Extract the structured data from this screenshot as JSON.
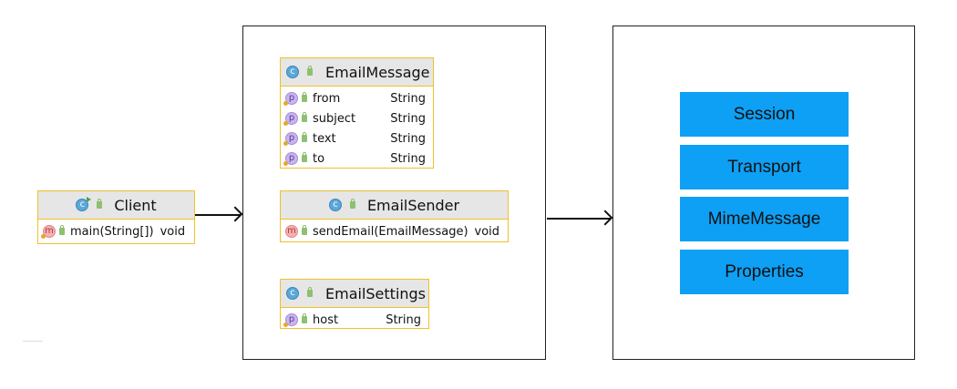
{
  "client": {
    "name": "Client",
    "members": [
      {
        "kind": "m",
        "name": "main(String[])",
        "type": "void"
      }
    ]
  },
  "email_message": {
    "name": "EmailMessage",
    "fields": [
      {
        "kind": "p",
        "name": "from",
        "type": "String"
      },
      {
        "kind": "p",
        "name": "subject",
        "type": "String"
      },
      {
        "kind": "p",
        "name": "text",
        "type": "String"
      },
      {
        "kind": "p",
        "name": "to",
        "type": "String"
      }
    ]
  },
  "email_sender": {
    "name": "EmailSender",
    "members": [
      {
        "kind": "m",
        "name": "sendEmail(EmailMessage)",
        "type": "void"
      }
    ]
  },
  "email_settings": {
    "name": "EmailSettings",
    "fields": [
      {
        "kind": "p",
        "name": "host",
        "type": "String"
      }
    ]
  },
  "library": {
    "items": [
      "Session",
      "Transport",
      "MimeMessage",
      "Properties"
    ],
    "fill_color": "#0ea0f5"
  },
  "icons": {
    "class": "class-icon",
    "field": "field-icon",
    "method": "method-icon",
    "public": "public-lock-icon"
  }
}
